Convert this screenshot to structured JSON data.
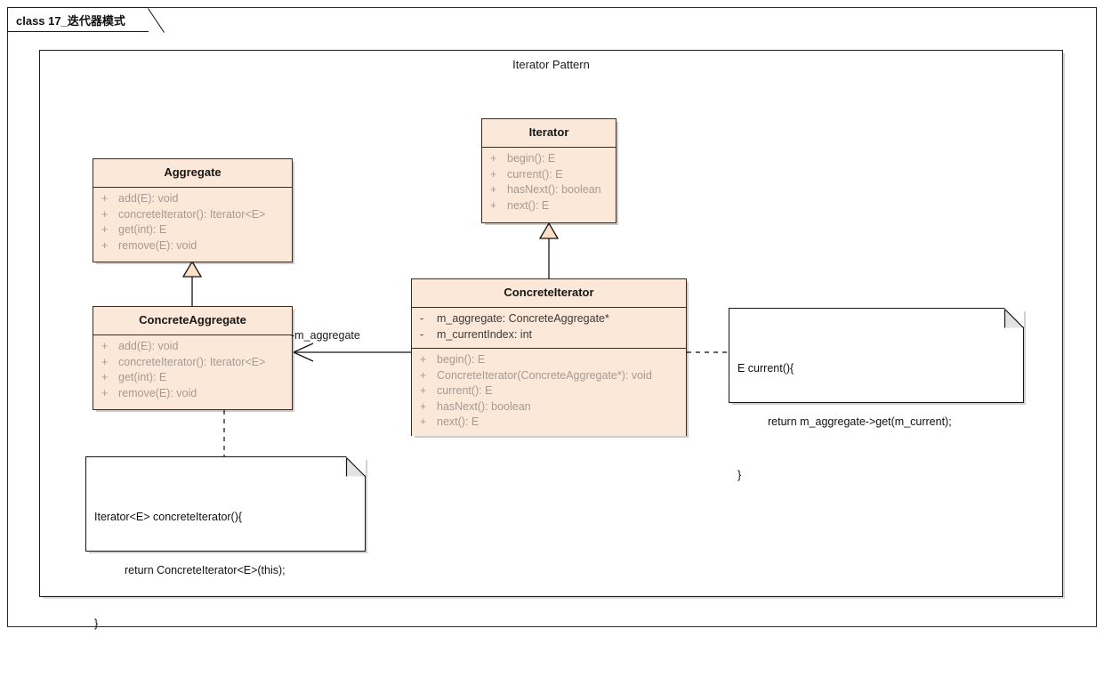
{
  "window": {
    "tab_label": "class 17_迭代器模式"
  },
  "diagram": {
    "title": "Iterator Pattern",
    "classes": [
      {
        "id": "aggregate",
        "name": "Aggregate",
        "members": [
          {
            "vis": "+",
            "text": "add(E): void"
          },
          {
            "vis": "+",
            "text": "concreteIterator(): Iterator<E>"
          },
          {
            "vis": "+",
            "text": "get(int): E"
          },
          {
            "vis": "+",
            "text": "remove(E): void"
          }
        ]
      },
      {
        "id": "concrete_aggregate",
        "name": "ConcreteAggregate",
        "members": [
          {
            "vis": "+",
            "text": "add(E): void"
          },
          {
            "vis": "+",
            "text": "concreteIterator(): Iterator<E>"
          },
          {
            "vis": "+",
            "text": "get(int): E"
          },
          {
            "vis": "+",
            "text": "remove(E): void"
          }
        ]
      },
      {
        "id": "iterator",
        "name": "Iterator",
        "members": [
          {
            "vis": "+",
            "text": "begin(): E"
          },
          {
            "vis": "+",
            "text": "current(): E"
          },
          {
            "vis": "+",
            "text": "hasNext(): boolean"
          },
          {
            "vis": "+",
            "text": "next(): E"
          }
        ]
      },
      {
        "id": "concrete_iterator",
        "name": "ConcreteIterator",
        "attributes": [
          {
            "vis": "-",
            "text": "m_aggregate: ConcreteAggregate*"
          },
          {
            "vis": "-",
            "text": "m_currentIndex: int"
          }
        ],
        "operations": [
          {
            "vis": "+",
            "text": "begin(): E"
          },
          {
            "vis": "+",
            "text": "ConcreteIterator(ConcreteAggregate*): void"
          },
          {
            "vis": "+",
            "text": "current(): E"
          },
          {
            "vis": "+",
            "text": "hasNext(): boolean"
          },
          {
            "vis": "+",
            "text": "next(): E"
          }
        ]
      }
    ],
    "notes": [
      {
        "id": "note_concrete_iterator",
        "lines": [
          "Iterator<E> concreteIterator(){",
          "return ConcreteIterator<E>(this);",
          "}"
        ]
      },
      {
        "id": "note_current",
        "lines": [
          "E current(){",
          "return m_aggregate->get(m_current);",
          "}"
        ]
      }
    ],
    "association_label": "-m_aggregate",
    "colors": {
      "class_fill": "#fbe8d8",
      "class_border": "#3a2a20",
      "member_text": "#a79a92",
      "note_fill": "#ffffff",
      "line": "#151515"
    }
  }
}
